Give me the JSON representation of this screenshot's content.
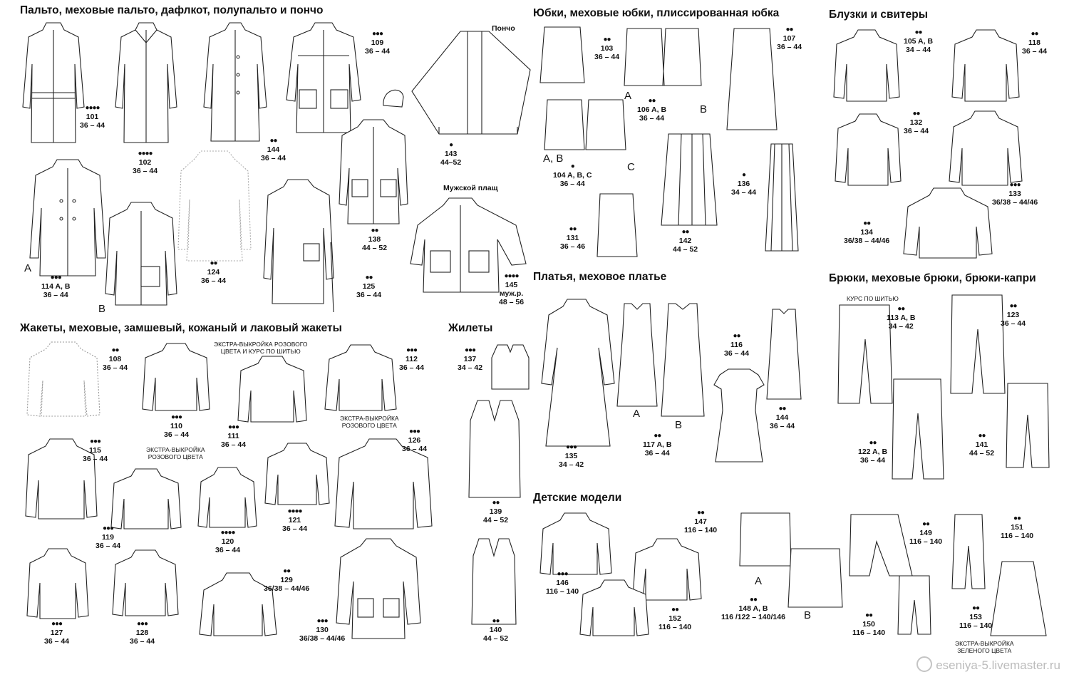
{
  "sections": {
    "coats": "Пальто, меховые пальто, дафлкот, полупальто и пончо",
    "skirts": "Юбки, меховые юбки, плиссированная юбка",
    "blouses": "Блузки и свитеры",
    "jackets": "Жакеты, меховые, замшевый, кожаный и лаковый жакеты",
    "vests": "Жилеты",
    "dresses": "Платья, меховое платье",
    "trousers": "Брюки, меховые брюки, брюки-капри",
    "kids": "Детские модели"
  },
  "sub": {
    "poncho": "Пончо",
    "mens": "Мужской плащ"
  },
  "notes": {
    "n1a": "ЭКСТРА-ВЫКРОЙКА РОЗОВОГО",
    "n1b": "ЦВЕТА И КУРС ПО ШИТЬЮ",
    "n2a": "ЭКСТРА-ВЫКРОЙКА",
    "n2b": "РОЗОВОГО ЦВЕТА",
    "n3a": "ЭКСТРА-ВЫКРОЙКА",
    "n3b": "РОЗОВОГО ЦВЕТА",
    "n4": "КУРС ПО ШИТЬЮ",
    "n5a": "ЭКСТРА-ВЫКРОЙКА",
    "n5b": "ЗЕЛЕНОГО ЦВЕТА"
  },
  "letters": {
    "a": "A",
    "b": "B",
    "c": "C",
    "ab": "A, B"
  },
  "models": [
    {
      "dots": "●●●●",
      "num": "101",
      "size": "36 – 44"
    },
    {
      "dots": "●●●●",
      "num": "102",
      "size": "36 – 44"
    },
    {
      "dots": "●●",
      "num": "144",
      "size": "36 – 44"
    },
    {
      "dots": "●●●",
      "num": "109",
      "size": "36 – 44"
    },
    {
      "dots": "●",
      "num": "143",
      "size": "44–52"
    },
    {
      "dots": "●●●",
      "num": "114 A, B",
      "size": "36 – 44"
    },
    {
      "dots": "●●",
      "num": "124",
      "size": "36 – 44"
    },
    {
      "dots": "●●",
      "num": "125",
      "size": "36 – 44"
    },
    {
      "dots": "●●",
      "num": "138",
      "size": "44 – 52"
    },
    {
      "dots": "●●●●",
      "num": "145",
      "size": "муж.р.",
      "size2": "48 – 56"
    },
    {
      "dots": "●●",
      "num": "103",
      "size": "36 – 44"
    },
    {
      "dots": "●●",
      "num": "106 A, B",
      "size": "36 – 44"
    },
    {
      "dots": "●●",
      "num": "107",
      "size": "36 – 44"
    },
    {
      "dots": "●",
      "num": "104 A, B, C",
      "size": "36 – 44"
    },
    {
      "dots": "●",
      "num": "136",
      "size": "34 – 44"
    },
    {
      "dots": "●●",
      "num": "131",
      "size": "36 – 46"
    },
    {
      "dots": "●●",
      "num": "142",
      "size": "44 – 52"
    },
    {
      "dots": "●●",
      "num": "105 A, B",
      "size": "34 – 44"
    },
    {
      "dots": "●●",
      "num": "118",
      "size": "36 – 44"
    },
    {
      "dots": "●●",
      "num": "132",
      "size": "36 – 44"
    },
    {
      "dots": "●●●",
      "num": "133",
      "size": "36/38 – 44/46"
    },
    {
      "dots": "●●",
      "num": "134",
      "size": "36/38 – 44/46"
    },
    {
      "dots": "●●",
      "num": "108",
      "size": "36 – 44"
    },
    {
      "dots": "●●●",
      "num": "110",
      "size": "36 – 44"
    },
    {
      "dots": "●●●",
      "num": "111",
      "size": "36 – 44"
    },
    {
      "dots": "●●●",
      "num": "112",
      "size": "36 – 44"
    },
    {
      "dots": "●●●",
      "num": "115",
      "size": "36 – 44"
    },
    {
      "dots": "●●●",
      "num": "126",
      "size": "36 – 44"
    },
    {
      "dots": "●●●●",
      "num": "121",
      "size": "36 – 44"
    },
    {
      "dots": "●●●",
      "num": "119",
      "size": "36 – 44"
    },
    {
      "dots": "●●●●",
      "num": "120",
      "size": "36 – 44"
    },
    {
      "dots": "●●",
      "num": "129",
      "size": "36/38 – 44/46"
    },
    {
      "dots": "●●●",
      "num": "127",
      "size": "36 – 44"
    },
    {
      "dots": "●●●",
      "num": "128",
      "size": "36 – 44"
    },
    {
      "dots": "●●●",
      "num": "130",
      "size": "36/38 – 44/46"
    },
    {
      "dots": "●●●",
      "num": "137",
      "size": "34 – 42"
    },
    {
      "dots": "●●",
      "num": "139",
      "size": "44 – 52"
    },
    {
      "dots": "●●",
      "num": "140",
      "size": "44 – 52"
    },
    {
      "dots": "●●",
      "num": "116",
      "size": "36 – 44"
    },
    {
      "dots": "●●",
      "num": "144",
      "size": "36 – 44"
    },
    {
      "dots": "●●",
      "num": "117 A, B",
      "size": "36 – 44"
    },
    {
      "dots": "●●●",
      "num": "135",
      "size": "34 – 42"
    },
    {
      "dots": "●●",
      "num": "113 A, B",
      "size": "34 – 42"
    },
    {
      "dots": "●●",
      "num": "123",
      "size": "36 – 44"
    },
    {
      "dots": "●●",
      "num": "122 A, B",
      "size": "36 – 44"
    },
    {
      "dots": "●●",
      "num": "141",
      "size": "44 – 52"
    },
    {
      "dots": "●●",
      "num": "147",
      "size": "116 – 140"
    },
    {
      "dots": "●●●",
      "num": "146",
      "size": "116 – 140"
    },
    {
      "dots": "●●",
      "num": "148 A, B",
      "size": "116 /122 – 140/146"
    },
    {
      "dots": "●●",
      "num": "152",
      "size": "116 – 140"
    },
    {
      "dots": "●●",
      "num": "149",
      "size": "116 – 140"
    },
    {
      "dots": "●●",
      "num": "150",
      "size": "116 – 140"
    },
    {
      "dots": "●●",
      "num": "151",
      "size": "116 – 140"
    },
    {
      "dots": "●●",
      "num": "153",
      "size": "116 – 140"
    }
  ],
  "watermark": "eseniya-5.livemaster.ru"
}
